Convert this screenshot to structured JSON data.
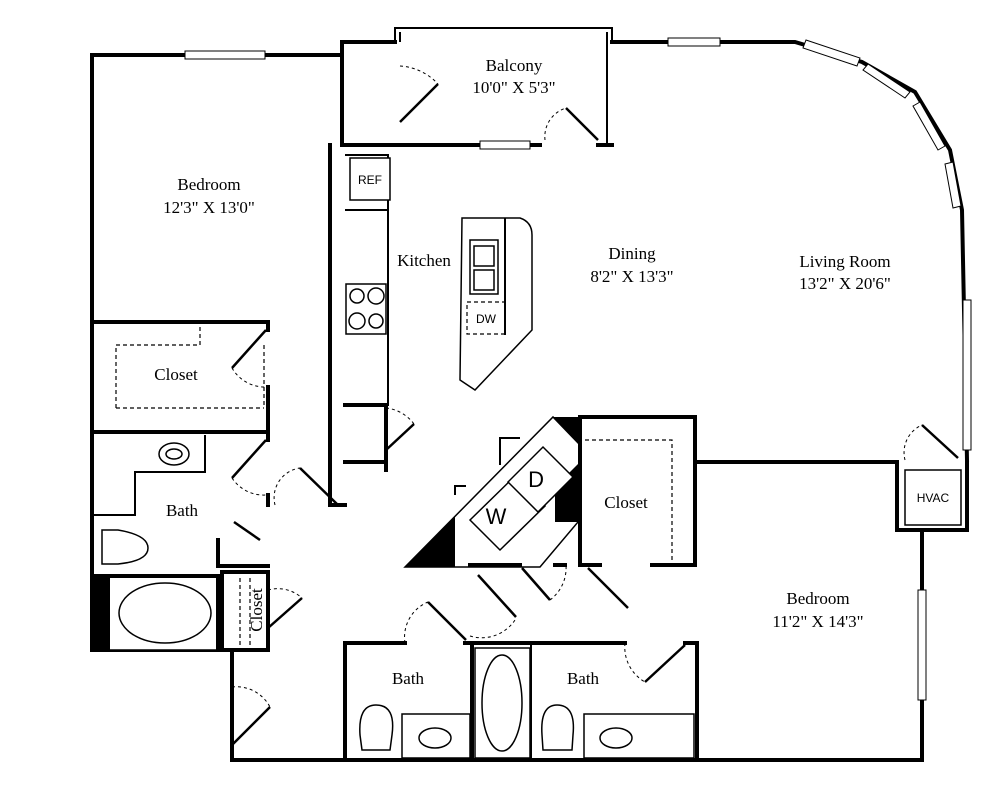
{
  "rooms": {
    "balcony": {
      "name": "Balcony",
      "dims": "10'0\" X 5'3\""
    },
    "bedroom_1": {
      "name": "Bedroom",
      "dims": "12'3\" X 13'0\""
    },
    "kitchen": {
      "name": "Kitchen"
    },
    "dining": {
      "name": "Dining",
      "dims": "8'2\" X 13'3\""
    },
    "living_room": {
      "name": "Living Room",
      "dims": "13'2\" X 20'6\""
    },
    "closet_1": {
      "name": "Closet"
    },
    "bath_1": {
      "name": "Bath"
    },
    "closet_2": {
      "name": "Closet"
    },
    "closet_3": {
      "name": "Closet"
    },
    "bedroom_2": {
      "name": "Bedroom",
      "dims": "11'2\" X 14'3\""
    },
    "bath_2": {
      "name": "Bath"
    },
    "bath_3": {
      "name": "Bath"
    }
  },
  "appliances": {
    "refrigerator": "REF",
    "dishwasher": "DW",
    "hvac": "HVAC",
    "washer": "W",
    "dryer": "D"
  }
}
